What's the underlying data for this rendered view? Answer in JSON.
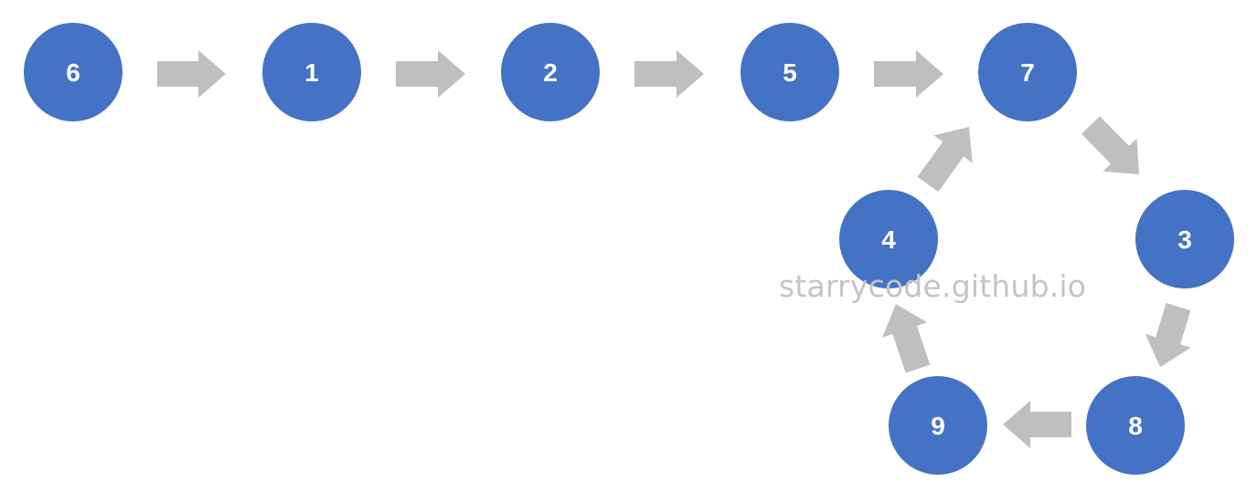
{
  "colors": {
    "node_fill": "#4472c4",
    "node_text": "#ffffff",
    "arrow": "#bfbfbf",
    "watermark": "#c4c4c4"
  },
  "nodes": [
    {
      "id": "6",
      "label": "6"
    },
    {
      "id": "1",
      "label": "1"
    },
    {
      "id": "2",
      "label": "2"
    },
    {
      "id": "5",
      "label": "5"
    },
    {
      "id": "7",
      "label": "7"
    },
    {
      "id": "3",
      "label": "3"
    },
    {
      "id": "8",
      "label": "8"
    },
    {
      "id": "9",
      "label": "9"
    },
    {
      "id": "4",
      "label": "4"
    }
  ],
  "edges": [
    {
      "from": "6",
      "to": "1"
    },
    {
      "from": "1",
      "to": "2"
    },
    {
      "from": "2",
      "to": "5"
    },
    {
      "from": "5",
      "to": "7"
    },
    {
      "from": "7",
      "to": "3"
    },
    {
      "from": "3",
      "to": "8"
    },
    {
      "from": "8",
      "to": "9"
    },
    {
      "from": "9",
      "to": "4"
    },
    {
      "from": "4",
      "to": "7"
    }
  ],
  "watermark": {
    "text": "starrycode.github.io"
  }
}
